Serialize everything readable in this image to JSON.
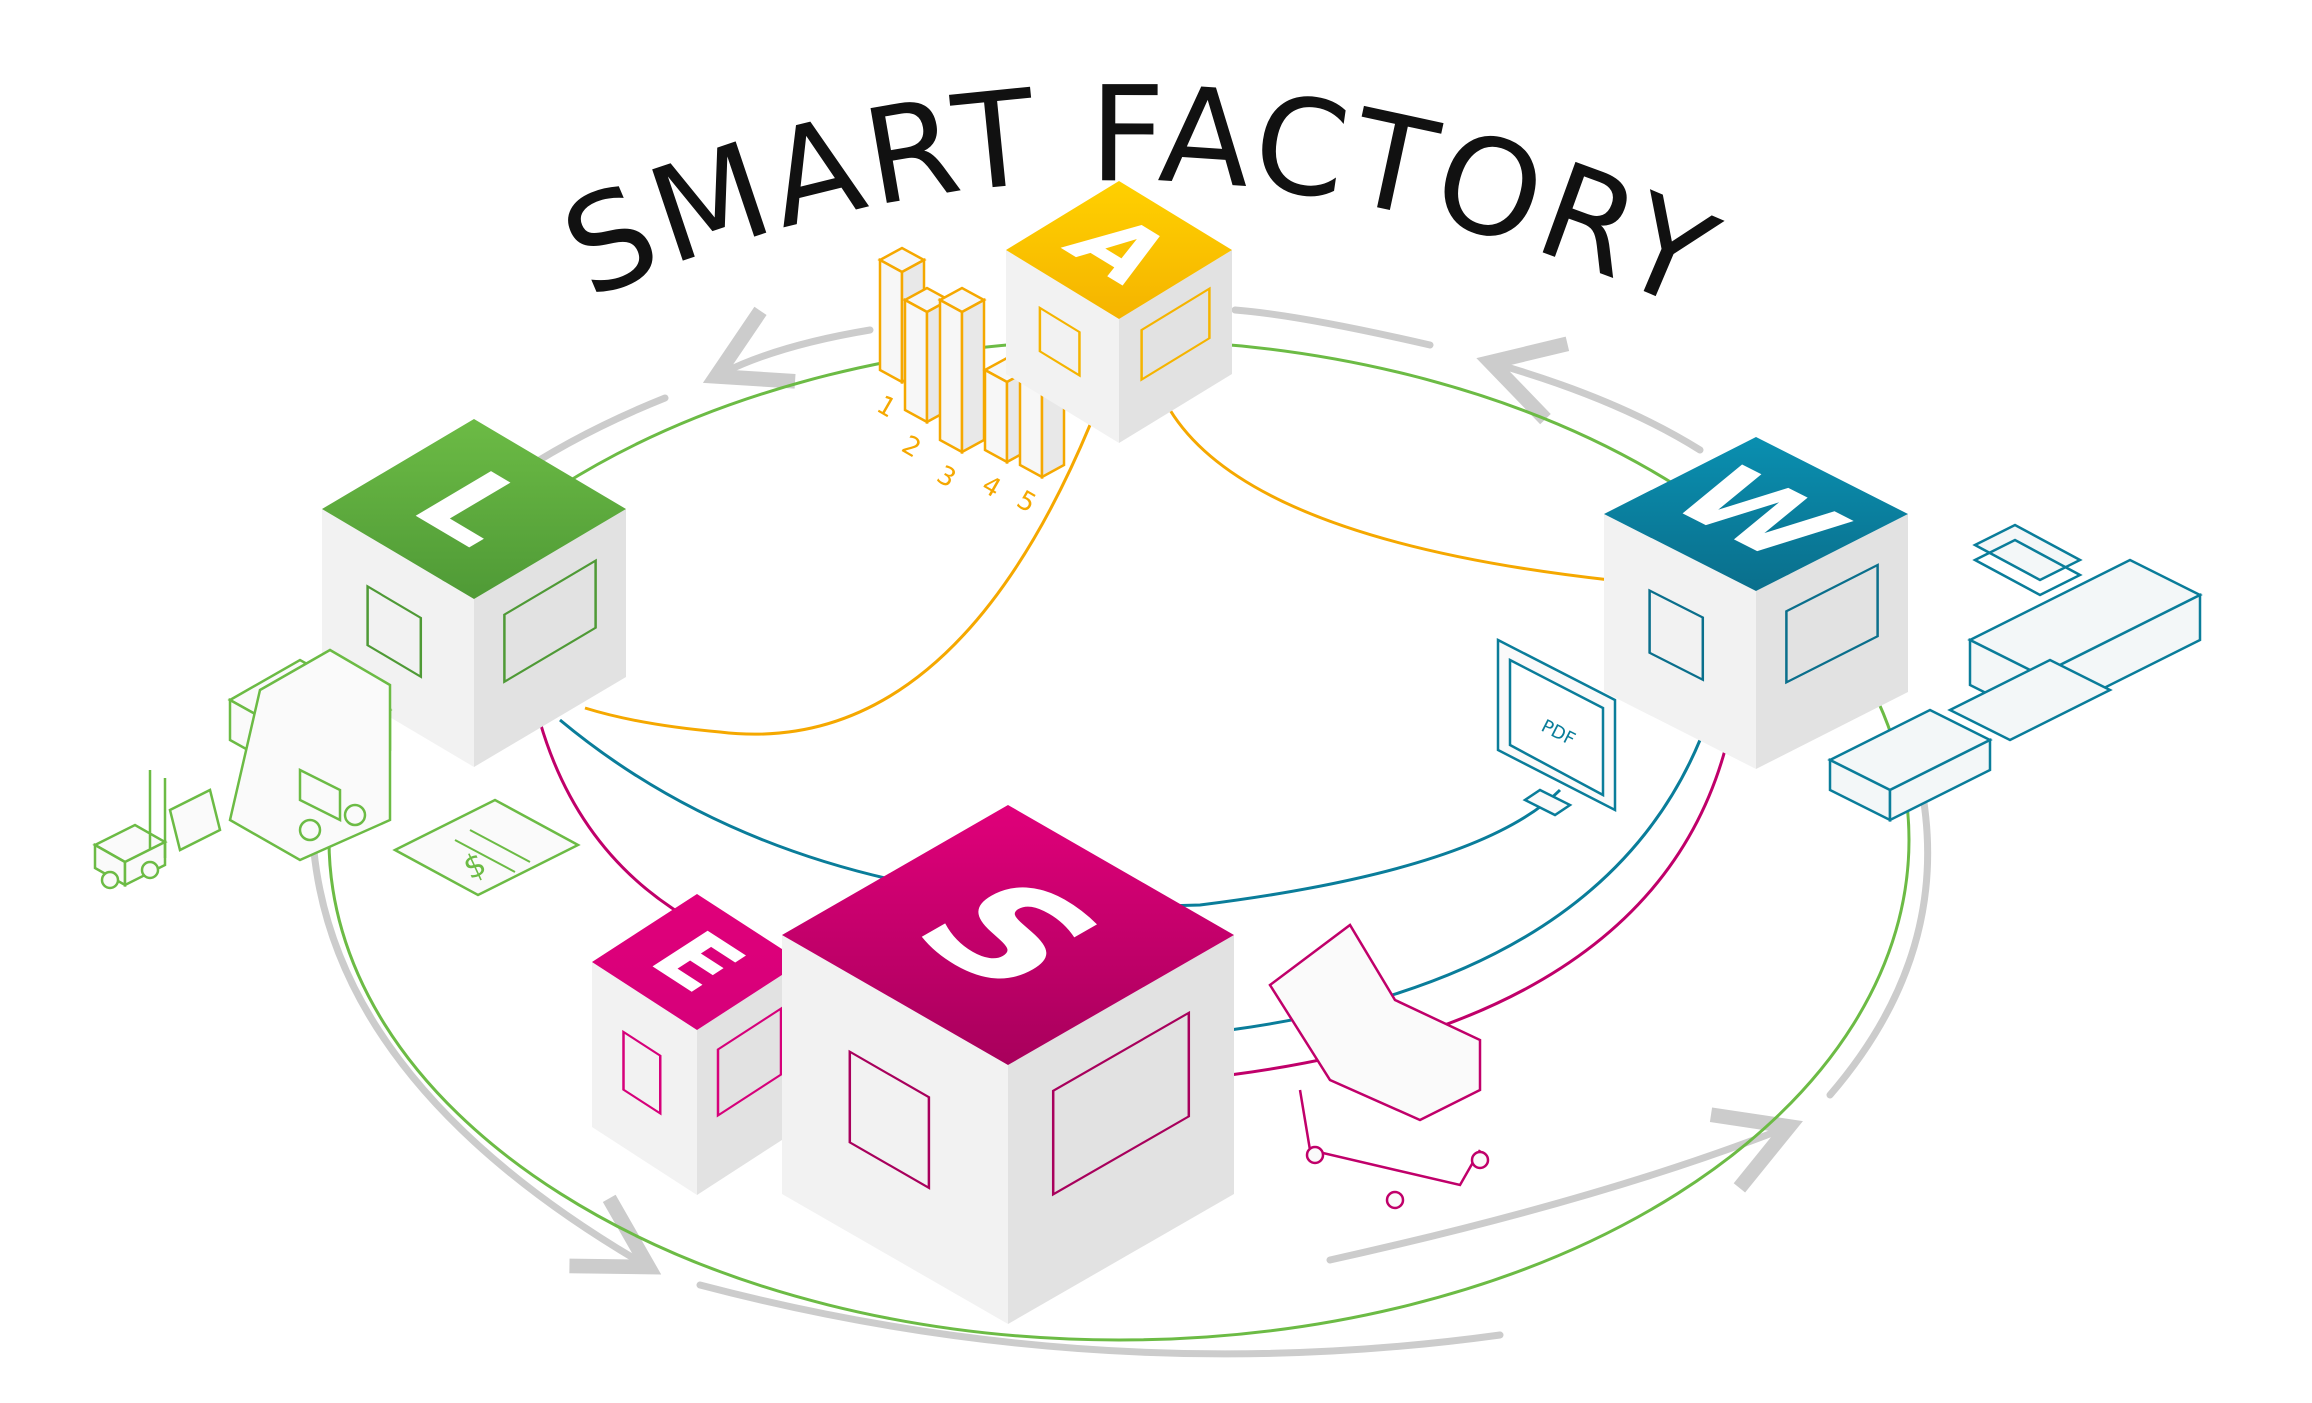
{
  "title": "SMART FACTORY",
  "cubes": [
    {
      "id": "A",
      "letter": "A",
      "color": "#f5b400",
      "color_light": "#ffd000"
    },
    {
      "id": "L",
      "letter": "L",
      "color": "#4f9a36",
      "color_light": "#6cbb45"
    },
    {
      "id": "W",
      "letter": "W",
      "color": "#0a6f8c",
      "color_light": "#0a8fb0"
    },
    {
      "id": "S",
      "letter": "S",
      "color": "#a8005c",
      "color_light": "#e0007a"
    },
    {
      "id": "E",
      "letter": "E",
      "color": "#d6007a",
      "color_light": "#e0007a"
    }
  ],
  "bar_chart_labels": [
    "1",
    "2",
    "3",
    "4",
    "5"
  ],
  "icons": {
    "invoice_symbol": "$",
    "pdf_label": "PDF"
  },
  "colors": {
    "ring_gray": "#cccccc",
    "ring_green": "#6cbb45",
    "orange": "#f5a800",
    "teal": "#0a7d9a",
    "magenta": "#c0006a"
  }
}
